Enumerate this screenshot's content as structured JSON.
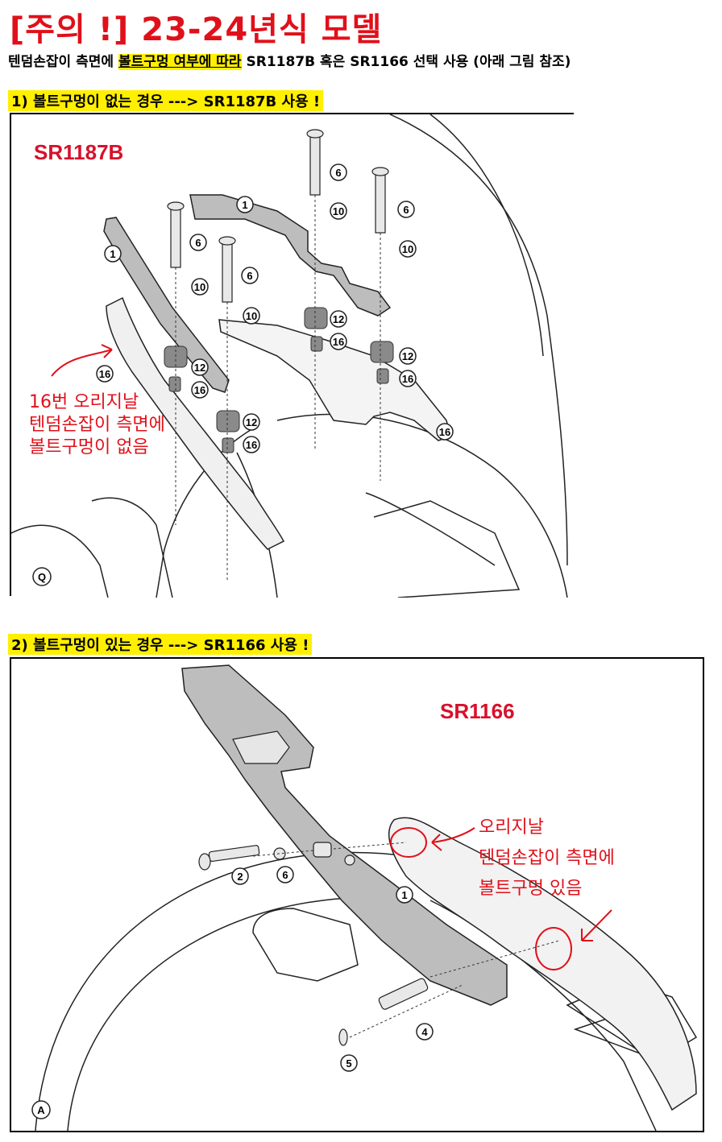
{
  "header": {
    "title": "[주의 !] 23-24년식 모델",
    "subtitle_before": "텐덤손잡이 측면에 ",
    "subtitle_highlight": "볼트구멍 여부에 따라",
    "subtitle_after": " SR1187B 혹은 SR1166 선택 사용 (아래 그림 참조)"
  },
  "section1": {
    "heading": "1) 볼트구멍이 없는 경우 ---> SR1187B 사용 !",
    "model": "SR1187B",
    "note_lines": [
      "16번 오리지날",
      "텐덤손잡이 측면에",
      "볼트구멍이 없음"
    ],
    "corner_label": "Q",
    "callouts": [
      "1",
      "1",
      "6",
      "6",
      "6",
      "6",
      "10",
      "10",
      "10",
      "10",
      "12",
      "12",
      "12",
      "12",
      "16",
      "16",
      "16",
      "16",
      "16",
      "16"
    ]
  },
  "section2": {
    "heading": "2) 볼트구멍이 있는 경우 ---> SR1166 사용 !",
    "model": "SR1166",
    "note_lines": [
      "오리지날",
      "텐덤손잡이 측면에",
      "볼트구멍 있음"
    ],
    "corner_label": "A",
    "callouts": [
      "1",
      "2",
      "4",
      "5",
      "6"
    ]
  },
  "colors": {
    "accent_red": "#e0101a",
    "highlight": "#ffef00",
    "part_gray": "#bdbdbd"
  }
}
